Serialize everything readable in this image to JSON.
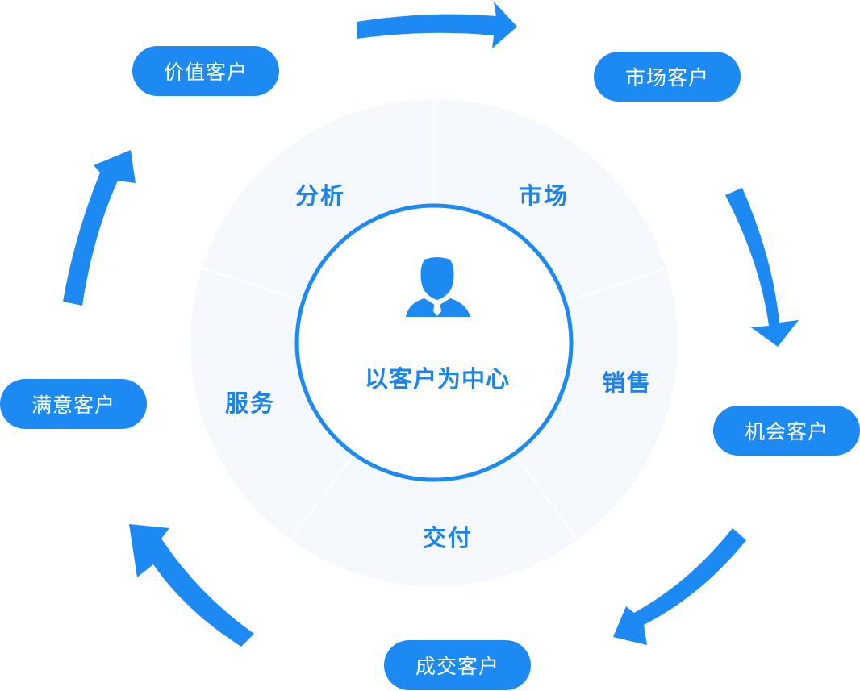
{
  "colors": {
    "accent": "#1d8af4",
    "ring_fill": "#f5f9fe",
    "label_text": "#1b83ea",
    "pill_text": "#ffffff"
  },
  "center": {
    "label": "以客户为中心",
    "icon": "person-icon"
  },
  "segments": {
    "analysis": "分析",
    "market": "市场",
    "sales": "销售",
    "delivery": "交付",
    "service": "服务"
  },
  "customers": {
    "value": "价值客户",
    "market": "市场客户",
    "opportunity": "机会客户",
    "deal": "成交客户",
    "satisfied": "满意客户"
  }
}
